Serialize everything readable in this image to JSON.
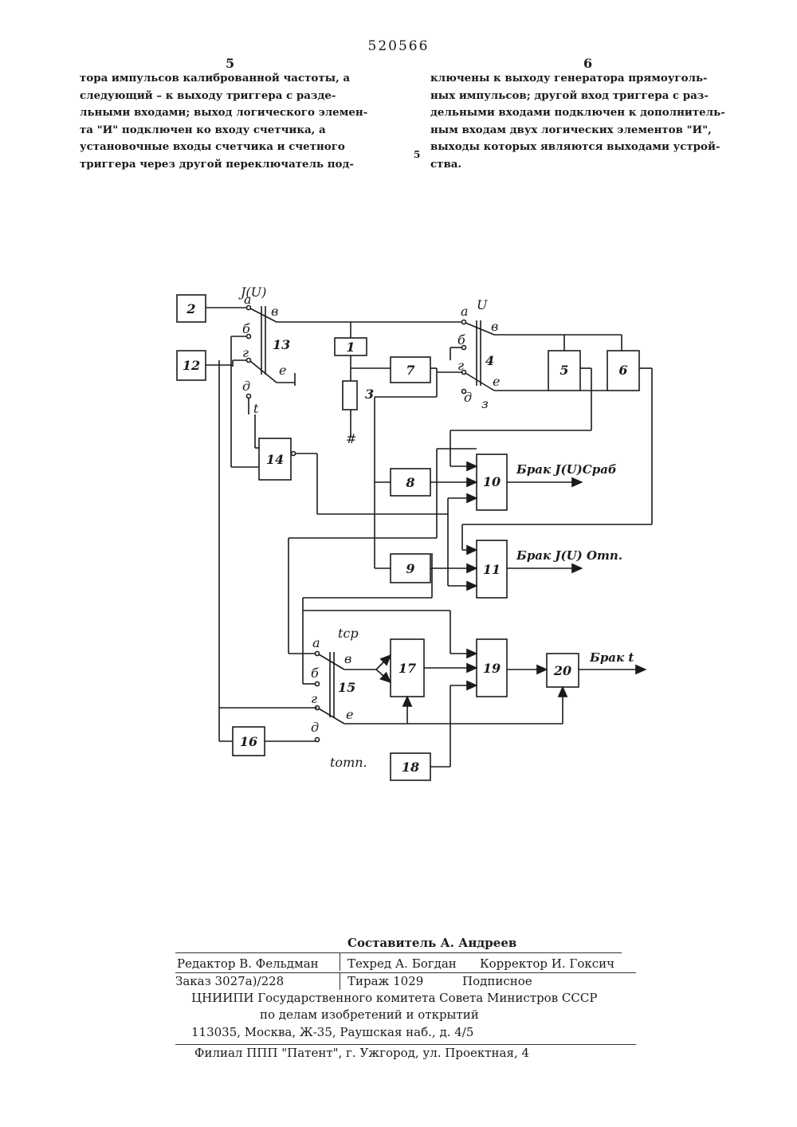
{
  "header": {
    "patent_number": "520566",
    "left_column_number": "5",
    "right_column_number": "6",
    "line_marker": "5"
  },
  "left_column": {
    "lines": [
      "тора импульсов калиброванной частоты, а",
      "следующий – к выходу триггера с разде-",
      "льными входами; выход логического элемен-",
      "та \"И\" подключен ко входу счетчика, а",
      "установочные входы счетчика и счетного",
      "триггера через другой переключатель под-"
    ]
  },
  "right_column": {
    "lines": [
      "ключены к выходу генератора прямоуголь-",
      "ных импульсов; другой вход триггера с раз-",
      "дельными входами подключен к дополнитель-",
      "ным входам двух логических элементов \"И\",",
      "выходы которых являются выходами устрой-",
      "ства."
    ]
  },
  "diagram": {
    "blocks": {
      "b1": "1",
      "b2": "2",
      "b3": "3",
      "b4": "4",
      "b5": "5",
      "b6": "6",
      "b7": "7",
      "b8": "8",
      "b9": "9",
      "b10": "10",
      "b11": "11",
      "b12": "12",
      "b13": "13",
      "b14": "14",
      "b15": "15",
      "b16": "16",
      "b17": "17",
      "b18": "18",
      "b19": "19",
      "b20": "20"
    },
    "labels": {
      "switch13_title": "J(U)",
      "switch4_title": "U",
      "switch15_title": "tср",
      "switch15_bottom": "tотп.",
      "t_label": "t",
      "ground": "#",
      "contact_a": "а",
      "contact_b": "б",
      "contact_v": "в",
      "contact_g": "г",
      "contact_d": "д",
      "contact_e": "е",
      "contact_z": "з"
    },
    "outputs": {
      "out10": "Брак J(U)Сраб",
      "out11": "Брак J(U) Отп.",
      "out20": "Брак t"
    }
  },
  "imprint": {
    "composer": "Составитель А. Андреев",
    "editor": "Редактор В. Фельдман",
    "tech_editor": "Техред А. Богдан",
    "corrector": "Корректор И. Гоксич",
    "order": "Заказ 3027а)/228",
    "circulation": "Тираж 1029",
    "subscription": "Подписное",
    "institute": "ЦНИИПИ Государственного комитета Совета Министров СССР",
    "department": "по делам изобретений и открытий",
    "address": "113035, Москва, Ж-35, Раушская наб., д. 4/5",
    "branch": "Филиал ППП \"Патент\", г. Ужгород, ул. Проектная, 4"
  }
}
